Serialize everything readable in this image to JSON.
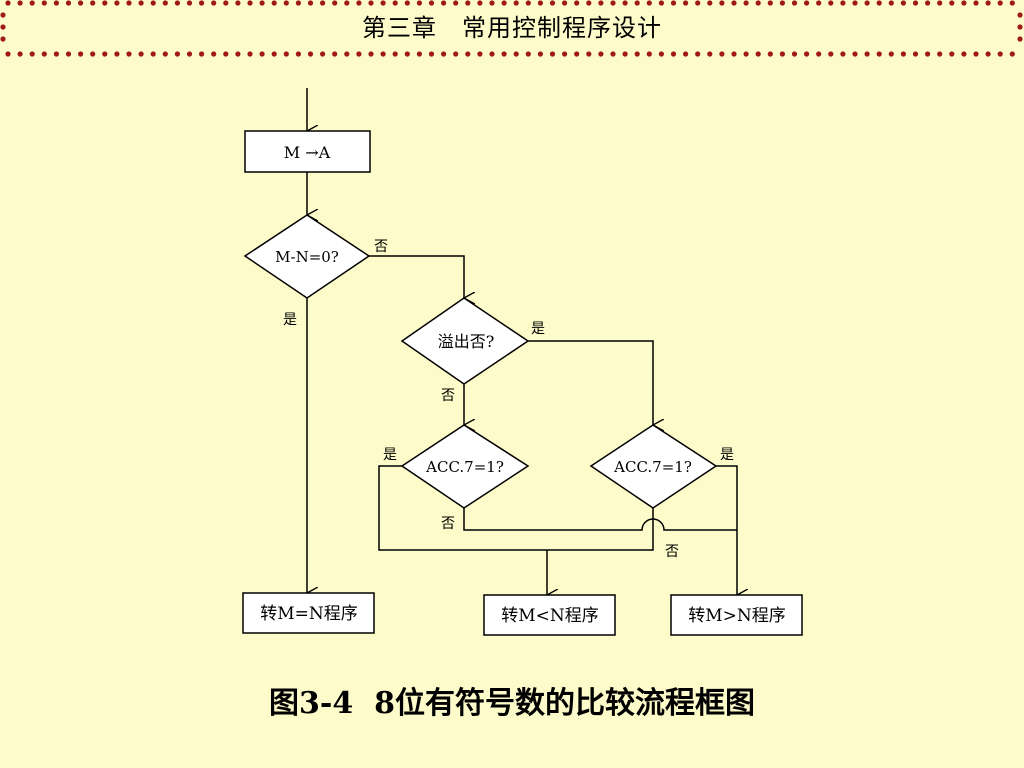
{
  "header": {
    "title": "第三章　常用控制程序设计",
    "border_color": "#a01818"
  },
  "flowchart": {
    "nodes": {
      "m_to_a": "M  →A",
      "d_mn_zero": "M-N=0?",
      "d_overflow": "溢出否?",
      "d_acc7_left": "ACC.7=1?",
      "d_acc7_right": "ACC.7=1?",
      "end_eq": "转M=N程序",
      "end_lt": "转M<N程序",
      "end_gt": "转M>N程序"
    },
    "labels": {
      "mn_no": "否",
      "mn_yes": "是",
      "ovf_yes": "是",
      "ovf_no": "否",
      "accl_yes": "是",
      "accl_no": "否",
      "accr_yes": "是",
      "accr_no": "否"
    }
  },
  "caption": "图3-4  8位有符号数的比较流程框图",
  "colors": {
    "background": "#fdfbc9",
    "line": "#000000",
    "dots": "#a01818"
  }
}
